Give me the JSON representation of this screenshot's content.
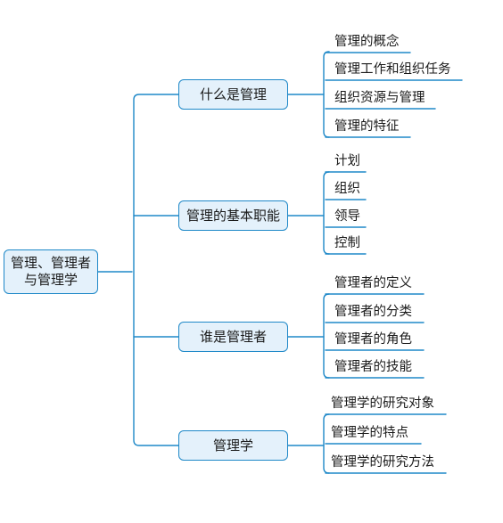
{
  "root": {
    "label": "管理、管理者\n与管理学"
  },
  "branches": [
    {
      "label": "什么是管理",
      "items": [
        "管理的概念",
        "管理工作和组织任务",
        "组织资源与管理",
        "管理的特征"
      ]
    },
    {
      "label": "管理的基本职能",
      "items": [
        "计划",
        "组织",
        "领导",
        "控制"
      ]
    },
    {
      "label": "谁是管理者",
      "items": [
        "管理者的定义",
        "管理者的分类",
        "管理者的角色",
        "管理者的技能"
      ]
    },
    {
      "label": "管理学",
      "items": [
        "管理学的研究对象",
        "管理学的特点",
        "管理学的研究方法"
      ]
    }
  ],
  "colors": {
    "line": "#1e88c8",
    "box_fill": "#e4f1fb",
    "box_border": "#1e88c8",
    "text": "#1a1a1a"
  }
}
